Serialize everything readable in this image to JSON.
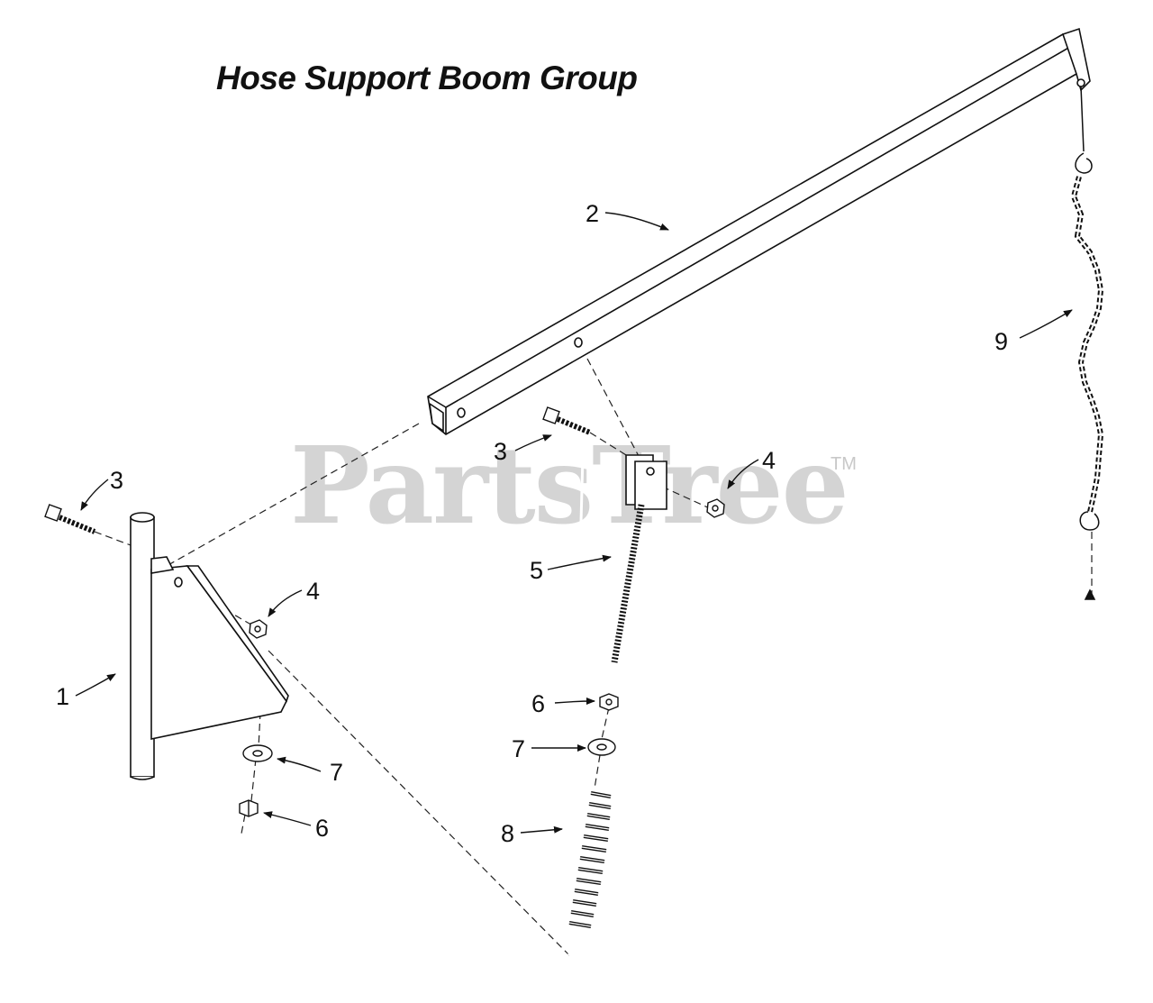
{
  "diagram": {
    "title": "Hose Support Boom Group",
    "watermark": "PartsTree",
    "trademark": "TM",
    "callouts": {
      "post": "1",
      "boom": "2",
      "bolt_left": "3",
      "bolt_center": "3",
      "nut_left": "4",
      "nut_right": "4",
      "threaded_rod": "5",
      "nut_lower_center": "6",
      "nut_lower_left": "6",
      "washer_center": "7",
      "washer_left": "7",
      "spring": "8",
      "chain": "9"
    }
  }
}
